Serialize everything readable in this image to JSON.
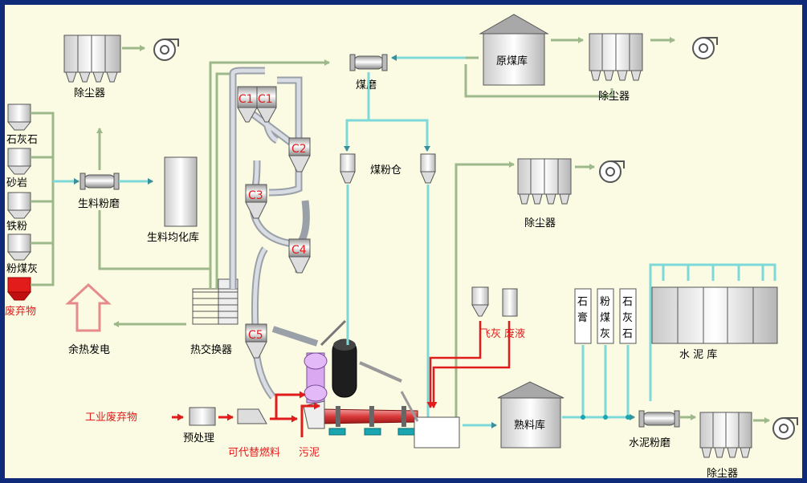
{
  "diagram": {
    "colors": {
      "background": "#fbfbe4",
      "frame": "#0e2a78",
      "pipe_green": "#9db88a",
      "pipe_cyan": "#7fd8d8",
      "waste_red": "#e21b1b",
      "equipment_fill": "#ffffff",
      "equipment_stroke": "#555555"
    },
    "raw_materials": [
      "石灰石",
      "砂岩",
      "铁粉",
      "粉煤灰"
    ],
    "waste_label": "废弃物",
    "dust_collector": "除尘器",
    "raw_mill": "生料粉磨",
    "homogenizing": "生料均化库",
    "waste_heat": "余热发电",
    "heat_exchanger": "热交换器",
    "coal_mill": "煤磨",
    "raw_coal_store": "原煤库",
    "coal_bin": "煤粉仓",
    "cyclones": [
      "C1",
      "C1",
      "C2",
      "C3",
      "C4",
      "C5"
    ],
    "industrial_waste": "工业废弃物",
    "pretreatment": "预处理",
    "alt_fuel": "可代替燃料",
    "sludge": "污泥",
    "fly_ash": "飞灰",
    "waste_liquid": "废液",
    "clinker_store": "熟料库",
    "additives": [
      "石膏",
      "粉煤灰",
      "石灰石"
    ],
    "cement_store": "水 泥 库",
    "cement_mill": "水泥粉磨"
  }
}
